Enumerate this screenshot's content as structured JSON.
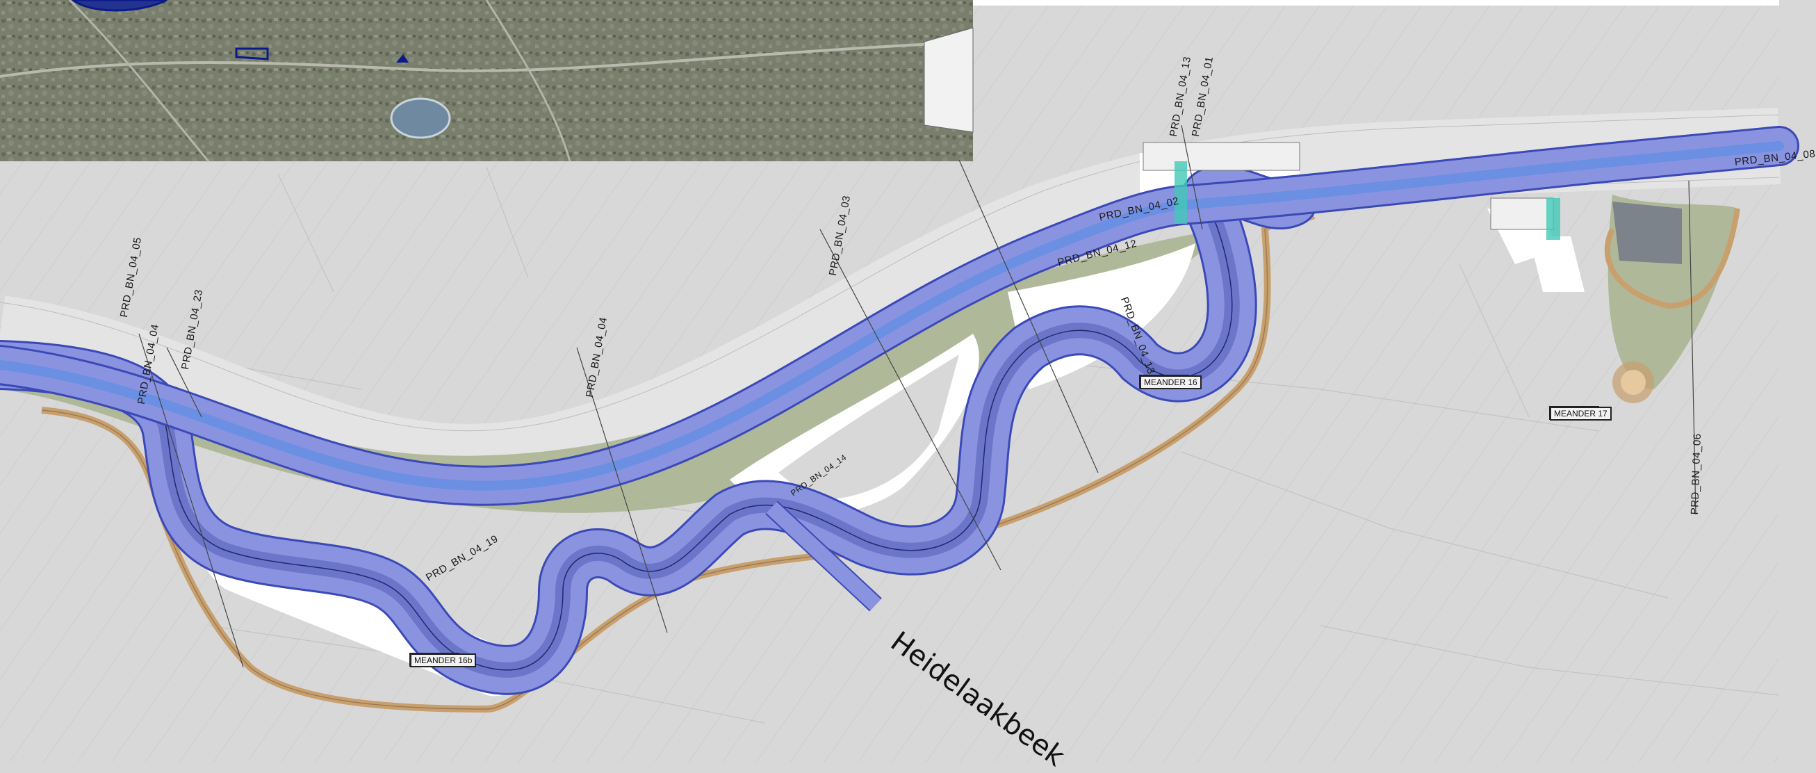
{
  "stream_name": "Heidelaakbeek",
  "profile_labels": [
    "PRD_BN_04_05",
    "PRD_BN_04_23",
    "PRD_BN_04_04",
    "PRD_BN_04_03",
    "PRD_BN_04_12",
    "PRD_BN_04_04",
    "PRD_BN_04_13",
    "PRD_BN_04_01",
    "PRD_BN_04_19",
    "PRD_BN_04_13",
    "PRD_BN_04_06",
    "PRD_BN_04_02",
    "PRD_BN_04_14",
    "PRD_BN_04_08"
  ],
  "meanders": [
    "MEANDER 16",
    "MEANDER 17",
    "MEANDER 16b"
  ],
  "colors": {
    "channel": "#7b86d9",
    "channel_edge": "#3b49b8",
    "green_zone": "#a9b38f",
    "path": "#c8a06d",
    "white_zone": "#ffffff",
    "background": "#d8d8d8",
    "aerial": "#7a7f6d",
    "blue_label": "#2f6fd0"
  },
  "aerial_photo": "aerial-inset"
}
